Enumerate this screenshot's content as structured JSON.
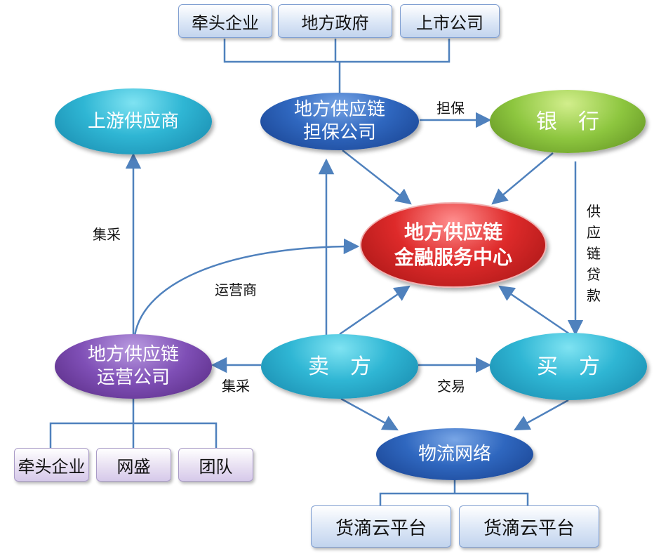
{
  "top_boxes": [
    "牵头企业",
    "地方政府",
    "上市公司"
  ],
  "nodes": {
    "guarantee": [
      "地方供应链",
      "担保公司"
    ],
    "bank": "银　行",
    "upstream": "上游供应商",
    "center": [
      "地方供应链",
      "金融服务中心"
    ],
    "operator": [
      "地方供应链",
      "运营公司"
    ],
    "seller": "卖　方",
    "buyer": "买　方",
    "logistics": "物流网络"
  },
  "bottom_left_boxes": [
    "牵头企业",
    "网盛",
    "团队"
  ],
  "bottom_right_boxes": [
    "货滴云平台",
    "货滴云平台"
  ],
  "edge_labels": {
    "guarantee": "担保",
    "supply_chain_loan": "供应链贷款",
    "collective_purchase_top": "集采",
    "operator": "运营商",
    "collective_purchase_bottom": "集采",
    "trade": "交易"
  },
  "colors": {
    "line": "#4f81bd",
    "box_border": "#7f9ed1"
  }
}
